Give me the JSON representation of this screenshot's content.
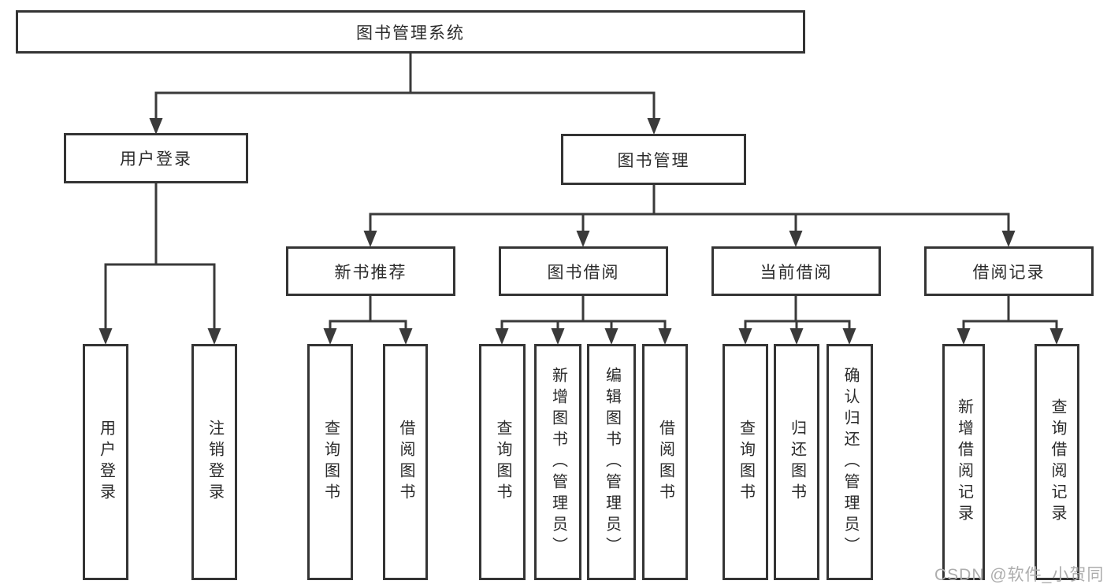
{
  "diagram": {
    "root": "图书管理系统",
    "branches": [
      {
        "label": "用户登录",
        "leaves": [
          "用户登录",
          "注销登录"
        ]
      },
      {
        "label": "图书管理",
        "groups": [
          {
            "label": "新书推荐",
            "leaves": [
              "查询图书",
              "借阅图书"
            ]
          },
          {
            "label": "图书借阅",
            "leaves": [
              "查询图书",
              "新增图书（管理员）",
              "编辑图书（管理员）",
              "借阅图书"
            ]
          },
          {
            "label": "当前借阅",
            "leaves": [
              "查询图书",
              "归还图书",
              "确认归还（管理员）"
            ]
          },
          {
            "label": "借阅记录",
            "leaves": [
              "新增借阅记录",
              "查询借阅记录"
            ]
          }
        ]
      }
    ]
  },
  "watermark": "CSDN @软件_小贺同学",
  "colors": {
    "line": "#3a3a3a",
    "box_border": "#343434",
    "text": "#2b2b2b",
    "watermark": "#adadad",
    "background": "#ffffff"
  }
}
